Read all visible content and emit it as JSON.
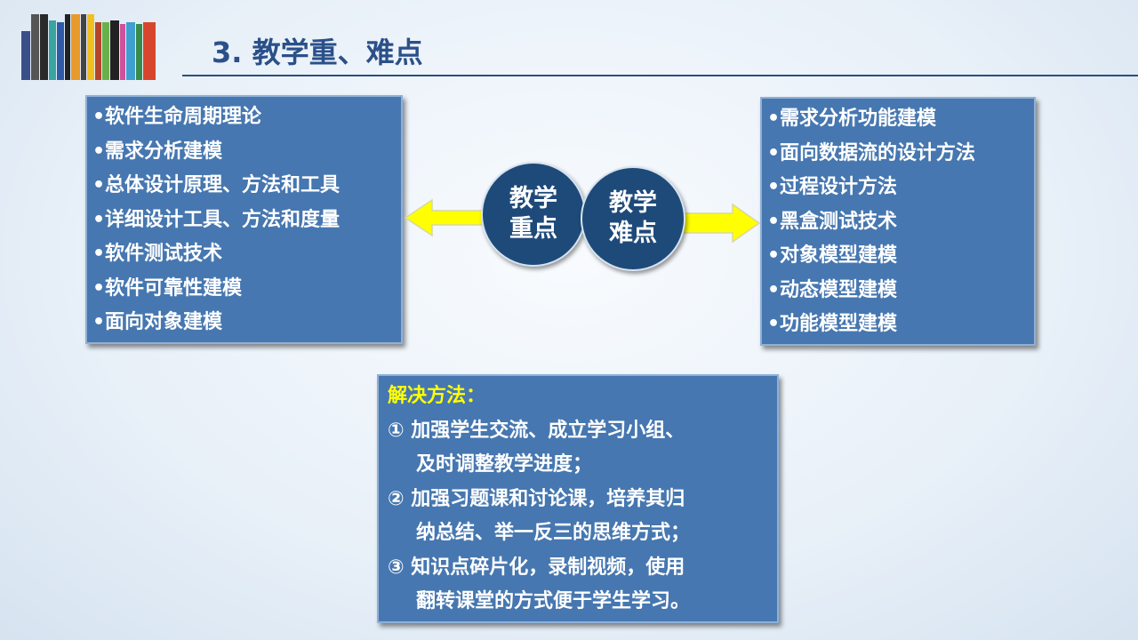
{
  "header": {
    "title": "3. 教学重、难点"
  },
  "left_box": {
    "items": [
      "•软件生命周期理论",
      "•需求分析建模",
      "•总体设计原理、方法和工具",
      "•详细设计工具、方法和度量",
      "•软件测试技术",
      "•软件可靠性建模",
      "•面向对象建模"
    ]
  },
  "right_box": {
    "items": [
      "•需求分析功能建模",
      "•面向数据流的设计方法",
      "•过程设计方法",
      "•黑盒测试技术",
      "•对象模型建模",
      "•动态模型建模",
      "•功能模型建模"
    ]
  },
  "circles": {
    "key": {
      "line1": "教学",
      "line2": "重点"
    },
    "difficult": {
      "line1": "教学",
      "line2": "难点"
    }
  },
  "solutions": {
    "heading": "解决方法：",
    "lines": [
      "① 加强学生交流、成立学习小组、",
      "及时调整教学进度；",
      "② 加强习题课和讨论课，培养其归",
      "纳总结、举一反三的思维方式；",
      "③ 知识点碎片化，录制视频，使用",
      "翻转课堂的方式便于学生学习。"
    ]
  },
  "colors": {
    "box": "#4677b0",
    "circle": "#1e4a7a",
    "arrow": "#ffff00",
    "title": "#2b5089"
  }
}
